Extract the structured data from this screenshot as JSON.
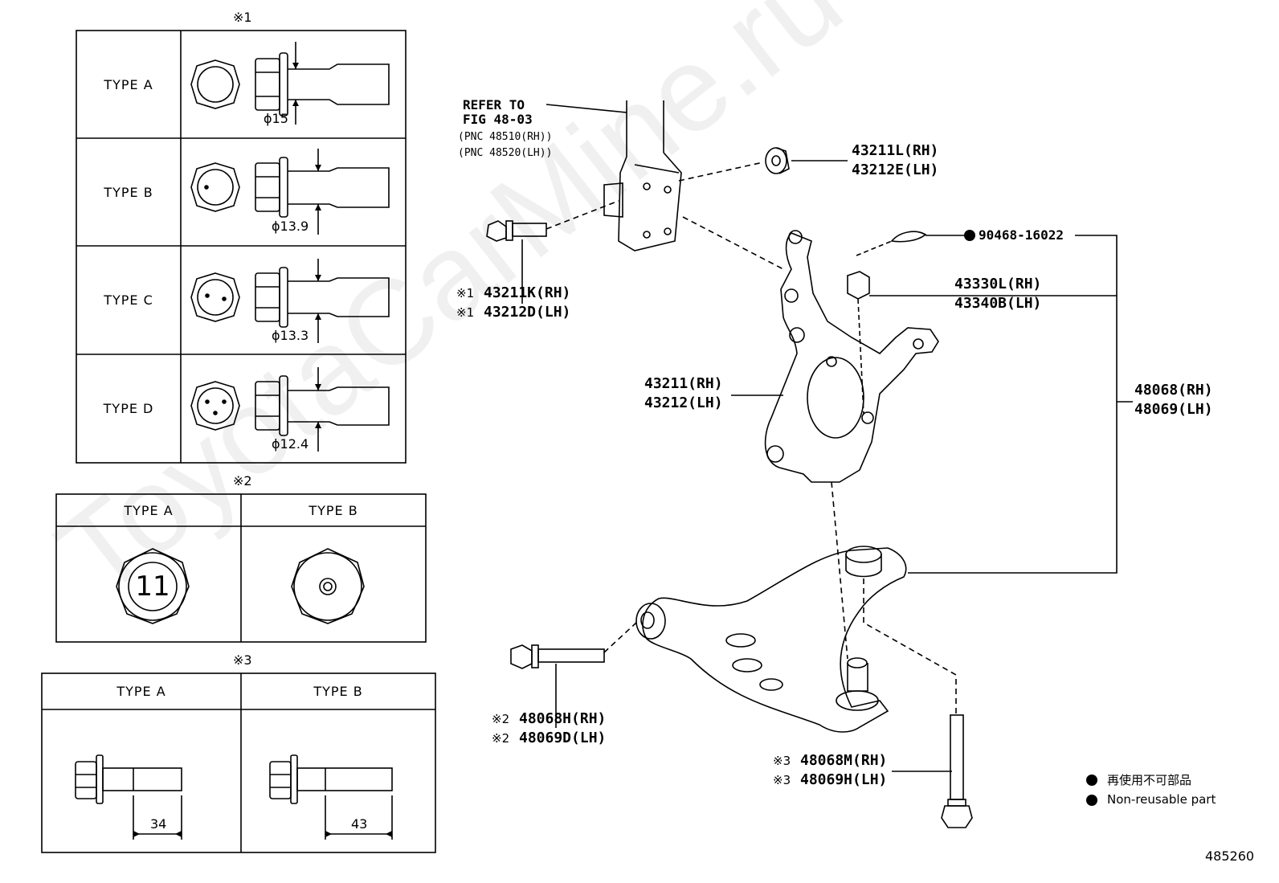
{
  "watermark": "ToyotaCarMine.ru",
  "figure_number": "485260",
  "table1": {
    "marker": "※1",
    "rows": [
      {
        "type": "TYPE A",
        "dia": "ϕ15"
      },
      {
        "type": "TYPE B",
        "dia": "ϕ13.9"
      },
      {
        "type": "TYPE C",
        "dia": "ϕ13.3"
      },
      {
        "type": "TYPE D",
        "dia": "ϕ12.4"
      }
    ]
  },
  "table2": {
    "marker": "※2",
    "type_a": "TYPE A",
    "type_b": "TYPE B",
    "nut_mark": "11"
  },
  "table3": {
    "marker": "※3",
    "type_a": "TYPE A",
    "type_b": "TYPE B",
    "len_a": "34",
    "len_b": "43"
  },
  "refer": {
    "line1": "REFER TO",
    "line2": "FIG 48-03",
    "line3": "(PNC 48510(RH))",
    "line4": "(PNC 48520(LH))"
  },
  "parts": {
    "p43211L": "43211L(RH)",
    "p43212E": "43212E(LH)",
    "p43211K_mark": "※1",
    "p43211K": "43211K(RH)",
    "p43212D_mark": "※1",
    "p43212D": "43212D(LH)",
    "p90468": "90468-16022",
    "p43330L": "43330L(RH)",
    "p43340B": "43340B(LH)",
    "p43211": "43211(RH)",
    "p43212": "43212(LH)",
    "p48068": "48068(RH)",
    "p48069": "48069(LH)",
    "p48068H_mark": "※2",
    "p48068H": "48068H(RH)",
    "p48069D_mark": "※2",
    "p48069D": "48069D(LH)",
    "p48068M_mark": "※3",
    "p48068M": "48068M(RH)",
    "p48069H_mark": "※3",
    "p48069H": "48069H(LH)"
  },
  "legend": {
    "jp": "再使用不可部品",
    "en": "Non-reusable part"
  }
}
